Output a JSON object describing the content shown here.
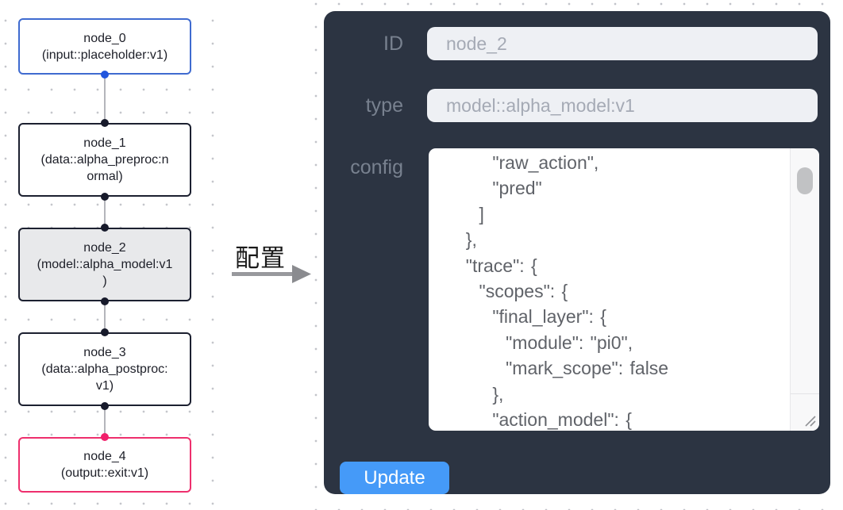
{
  "flow": {
    "nodes": [
      {
        "id": "node_0",
        "label": "node_0\n(input::placeholder:v1)",
        "kind": "input"
      },
      {
        "id": "node_1",
        "label": "node_1\n(data::alpha_preproc:n\normal)",
        "kind": "data"
      },
      {
        "id": "node_2",
        "label": "node_2\n(model::alpha_model:v1\n)",
        "kind": "model",
        "selected": true
      },
      {
        "id": "node_3",
        "label": "node_3\n(data::alpha_postproc:\nv1)",
        "kind": "data"
      },
      {
        "id": "node_4",
        "label": "node_4\n(output::exit:v1)",
        "kind": "output"
      }
    ]
  },
  "annotation": {
    "label": "配置"
  },
  "panel": {
    "id_label": "ID",
    "id_value": "node_2",
    "type_label": "type",
    "type_value": "model::alpha_model:v1",
    "config_label": "config",
    "config_value": "      \"raw_action\",\n      \"pred\"\n    ]\n  },\n  \"trace\": {\n    \"scopes\": {\n      \"final_layer\": {\n        \"module\": \"pi0\",\n        \"mark_scope\": false\n      },\n      \"action_model\": {",
    "update_label": "Update"
  },
  "colors": {
    "panel_bg": "#2c3442",
    "button_blue": "#459af8",
    "input_node_blue": "#3f6bd0",
    "output_node_pink": "#ee2f6d",
    "default_node_border": "#1c2030",
    "selected_node_fill": "#e8e9eb",
    "handle_blue": "#2256dd",
    "handle_dark": "#171a2b",
    "handle_pink": "#f1206b"
  }
}
